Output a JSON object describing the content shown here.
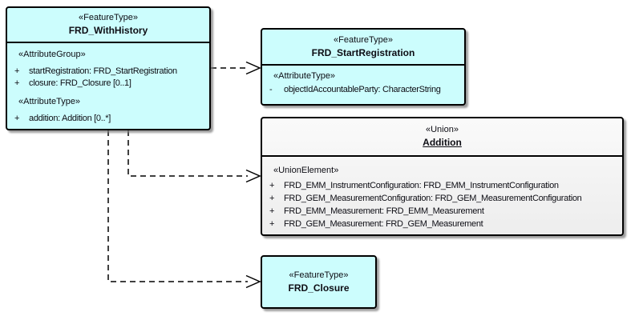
{
  "diagram": {
    "colors": {
      "feature_fill": "#ccfdfd",
      "union_fill": "#f0f0f0",
      "border": "#000000",
      "shadow": "#7d7d7d",
      "connector": "#000000",
      "background": "#ffffff"
    },
    "boxes": {
      "frd_with_history": {
        "stereotype": "«FeatureType»",
        "name": "FRD_WithHistory",
        "sections": [
          {
            "heading": "«AttributeGroup»",
            "members": [
              {
                "visibility": "+",
                "text": "startRegistration: FRD_StartRegistration"
              },
              {
                "visibility": "+",
                "text": "closure: FRD_Closure [0..1]"
              }
            ]
          },
          {
            "heading": "«AttributeType»",
            "members": [
              {
                "visibility": "+",
                "text": "addition: Addition [0..*]"
              }
            ]
          }
        ]
      },
      "frd_start_registration": {
        "stereotype": "«FeatureType»",
        "name": "FRD_StartRegistration",
        "sections": [
          {
            "heading": "«AttributeType»",
            "members": [
              {
                "visibility": "-",
                "text": "objectIdAccountableParty: CharacterString"
              }
            ]
          }
        ]
      },
      "addition": {
        "stereotype": "«Union»",
        "name": "Addition",
        "sections": [
          {
            "heading": "«UnionElement»",
            "members": [
              {
                "visibility": "+",
                "text": "FRD_EMM_InstrumentConfiguration: FRD_EMM_InstrumentConfiguration"
              },
              {
                "visibility": "+",
                "text": "FRD_GEM_MeasurementConfiguration: FRD_GEM_MeasurementConfiguration"
              },
              {
                "visibility": "+",
                "text": "FRD_EMM_Measurement: FRD_EMM_Measurement"
              },
              {
                "visibility": "+",
                "text": "FRD_GEM_Measurement: FRD_GEM_Measurement"
              }
            ]
          }
        ]
      },
      "frd_closure": {
        "stereotype": "«FeatureType»",
        "name": "FRD_Closure"
      }
    },
    "connectors": [
      {
        "from": "FRD_WithHistory",
        "to": "FRD_StartRegistration",
        "type": "dependency",
        "line_style": "dashed",
        "arrowhead": "open"
      },
      {
        "from": "FRD_WithHistory",
        "to": "Addition",
        "type": "dependency",
        "line_style": "dashed",
        "arrowhead": "open"
      },
      {
        "from": "FRD_WithHistory",
        "to": "FRD_Closure",
        "type": "dependency",
        "line_style": "dashed",
        "arrowhead": "open"
      }
    ]
  }
}
